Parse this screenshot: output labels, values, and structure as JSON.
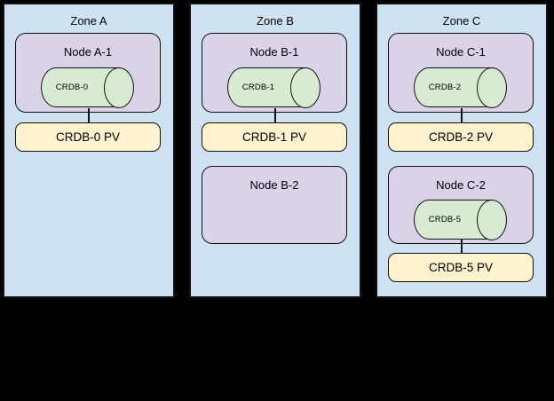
{
  "diagram": {
    "colors": {
      "background": "#000000",
      "zone_fill": "#cfe2f3",
      "node_fill": "#d9d2e9",
      "db_fill": "#d9ead3",
      "pv_fill": "#fff2cc",
      "border": "#111111"
    },
    "zones": [
      {
        "title": "Zone A",
        "nodes": [
          {
            "title": "Node A-1",
            "db_label": "CRDB-0",
            "pv_label": "CRDB-0 PV"
          }
        ]
      },
      {
        "title": "Zone B",
        "nodes": [
          {
            "title": "Node B-1",
            "db_label": "CRDB-1",
            "pv_label": "CRDB-1 PV"
          },
          {
            "title": "Node B-2"
          }
        ]
      },
      {
        "title": "Zone C",
        "nodes": [
          {
            "title": "Node C-1",
            "db_label": "CRDB-2",
            "pv_label": "CRDB-2 PV"
          },
          {
            "title": "Node C-2",
            "db_label": "CRDB-5",
            "pv_label": "CRDB-5 PV"
          }
        ]
      }
    ]
  }
}
